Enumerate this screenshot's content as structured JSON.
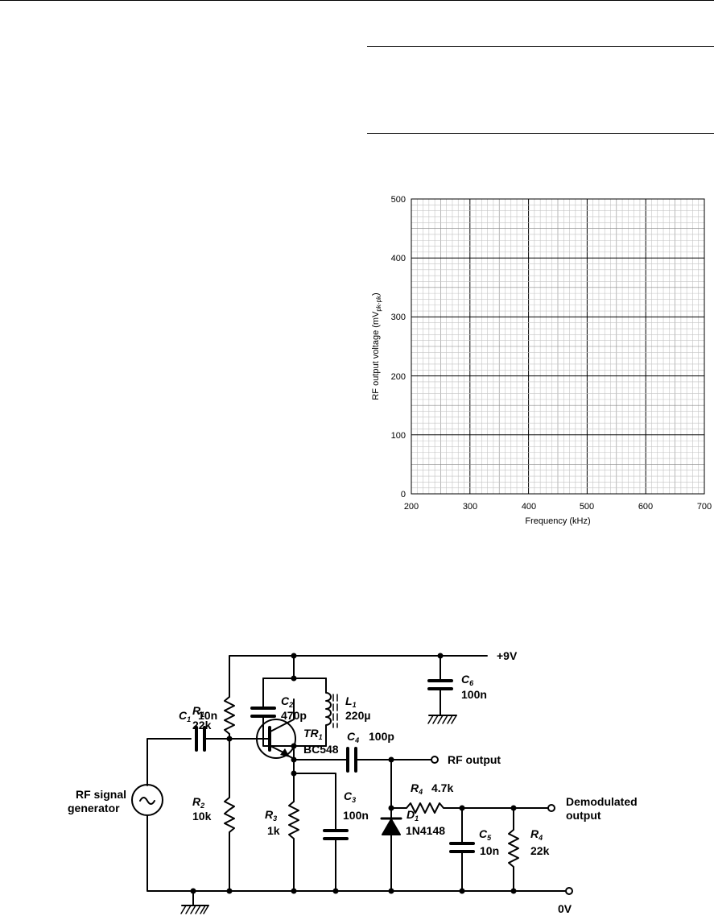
{
  "graph": {
    "y_ticks": [
      "0",
      "100",
      "200",
      "300",
      "400",
      "500"
    ],
    "x_ticks": [
      "200",
      "300",
      "400",
      "500",
      "600",
      "700"
    ],
    "y_label": "RF output voltage (mV",
    "y_label_sub": "pk-pk",
    "y_label_end": ")",
    "x_label": "Frequency (kHz)"
  },
  "circuit": {
    "supply": "+9V",
    "ground": "0V",
    "generator": [
      "RF signal",
      "generator"
    ],
    "rf_output": "RF output",
    "demod_output": [
      "Demodulated",
      "output"
    ],
    "components": {
      "R1": {
        "sym": "R",
        "sub": "1",
        "value": "22k"
      },
      "R2": {
        "sym": "R",
        "sub": "2",
        "value": "10k"
      },
      "R3": {
        "sym": "R",
        "sub": "3",
        "value": "1k"
      },
      "R4a": {
        "sym": "R",
        "sub": "4",
        "value": "4.7k"
      },
      "R4b": {
        "sym": "R",
        "sub": "4",
        "value": "22k"
      },
      "C1": {
        "sym": "C",
        "sub": "1",
        "value": "10n"
      },
      "C2": {
        "sym": "C",
        "sub": "2",
        "value": "470p"
      },
      "C3": {
        "sym": "C",
        "sub": "3",
        "value": "100n"
      },
      "C4": {
        "sym": "C",
        "sub": "4",
        "value": "100p"
      },
      "C5": {
        "sym": "C",
        "sub": "5",
        "value": "10n"
      },
      "C6": {
        "sym": "C",
        "sub": "6",
        "value": "100n"
      },
      "L1": {
        "sym": "L",
        "sub": "1",
        "value": "220µ"
      },
      "TR1": {
        "sym": "TR",
        "sub": "1",
        "value": "BC548"
      },
      "D1": {
        "sym": "D",
        "sub": "1",
        "value": "1N4148"
      }
    }
  }
}
